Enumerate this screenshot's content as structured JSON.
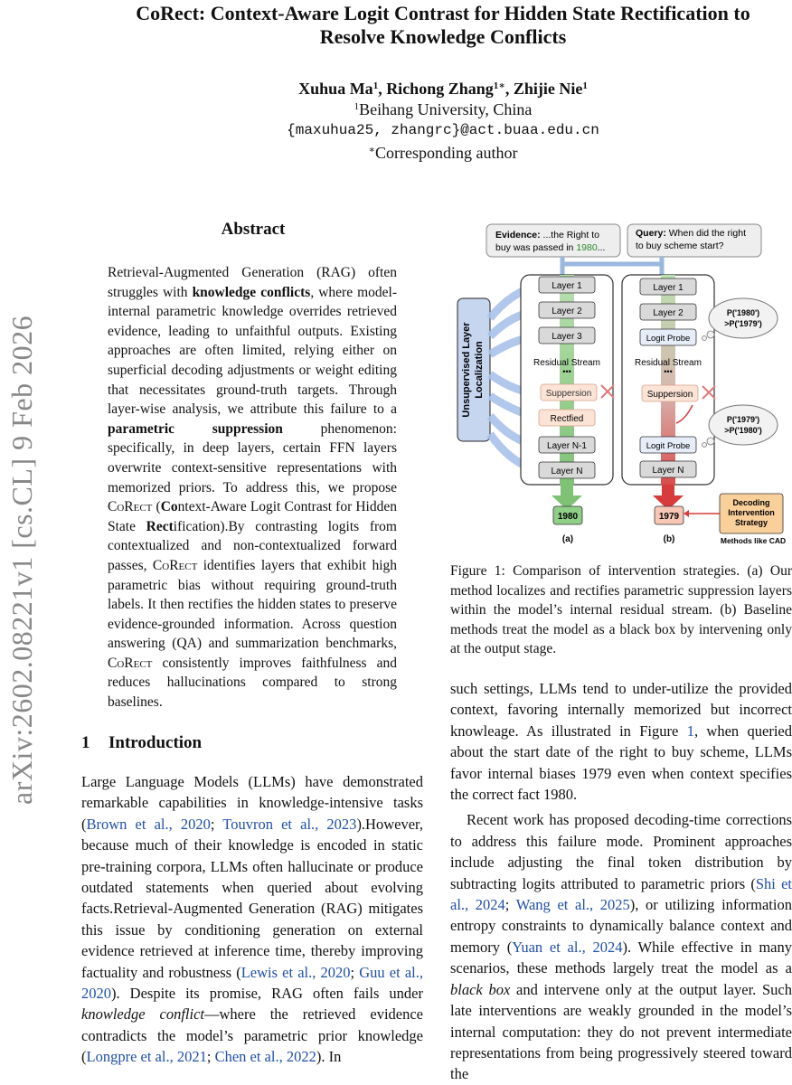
{
  "title_line1": "CoRect: Context-Aware Logit Contrast for Hidden State Rectification to",
  "title_line2": "Resolve Knowledge Conflicts",
  "authors": [
    {
      "name": "Xuhua Ma",
      "sup": "1"
    },
    {
      "name": "Richong Zhang",
      "sup": "1∗"
    },
    {
      "name": "Zhijie Nie",
      "sup": "1"
    }
  ],
  "affiliation": {
    "sup": "1",
    "text": "Beihang University, China"
  },
  "email": "{maxuhua25, zhangrc}@act.buaa.edu.cn",
  "corresponding": {
    "sup": "∗",
    "text": "Corresponding author"
  },
  "arxiv_id": "arXiv:2602.08221v1  [cs.CL]  9 Feb 2026",
  "abstract": {
    "heading": "Abstract",
    "p1": "Retrieval-Augmented Generation (RAG) often struggles with ",
    "b1": "knowledge conflicts",
    "p2": ", where model-internal parametric knowledge overrides retrieved evidence, leading to unfaithful outputs. Existing approaches are often limited, relying either on superficial decoding adjustments or weight editing that necessitates ground-truth targets. Through layer-wise analysis, we attribute this failure to a ",
    "b2": "parametric suppression",
    "p3": " phenomenon: specifically, in deep layers, certain FFN layers overwrite context-sensitive representations with memorized priors. To address this, we propose ",
    "sc1": "CoRect",
    "p4": " (",
    "b3": "Co",
    "p5": "ntext-Aware Logit Contrast for Hidden State ",
    "b4": "Rect",
    "p6": "ification).By contrasting logits from contextualized and non-contextualized forward passes, ",
    "sc2": "CoRect",
    "p7": " identifies layers that exhibit high parametric bias without requiring ground-truth labels. It then rectifies the hidden states to preserve evidence-grounded information. Across question answering (QA) and summarization benchmarks, ",
    "sc3": "CoRect",
    "p8": " consistently improves faithfulness and reduces hallucinations compared to strong baselines."
  },
  "section": {
    "number": "1",
    "title": "Introduction"
  },
  "intro": {
    "t1": "Large Language Models (LLMs) have demonstrated remarkable capabilities in knowledge-intensive tasks (",
    "c1": "Brown et al., 2020",
    "t2": "; ",
    "c2": "Touvron et al., 2023",
    "t3": ").However, because much of their knowledge is encoded in static pre-training corpora, LLMs often hallucinate or produce outdated statements when queried about evolving facts.Retrieval-Augmented Generation (RAG) mitigates this issue by conditioning generation on external evidence retrieved at inference time, thereby improving factuality and robustness (",
    "c3": "Lewis et al., 2020",
    "t4": "; ",
    "c4": "Guu et al., 2020",
    "t5": "). Despite its promise, RAG often fails under ",
    "i1": "knowledge conflict",
    "t6": "—where the retrieved evidence contradicts the model’s parametric prior knowledge (",
    "c5": "Longpre et al., 2021",
    "t7": "; ",
    "c6": "Chen et al., 2022",
    "t8": "). In"
  },
  "right_col": {
    "p1a": "such settings, LLMs tend to under-utilize the provided context, favoring internally memorized but incorrect knowleage. As illustrated in Figure ",
    "p1ref": "1",
    "p1b": ", when queried about the start date of the right to buy scheme, LLMs favor internal biases 1979 even when context specifies the correct fact 1980.",
    "p2a": "Recent work has proposed decoding-time corrections to address this failure mode. Prominent approaches include adjusting the final token distribution by subtracting logits attributed to parametric priors (",
    "c1": "Shi et al., 2024",
    "p2b": "; ",
    "c2": "Wang et al., 2025",
    "p2c": "), or utilizing information entropy constraints to dynamically balance context and memory (",
    "c3": "Yuan et al., 2024",
    "p2d": "). While effective in many scenarios, these methods largely treat the model as a ",
    "i1": "black box",
    "p2e": " and intervene only at the output layer. Such late interventions are weakly grounded in the model’s internal computation: they do not prevent intermediate representations from being progressively steered toward the"
  },
  "caption": "Figure 1: Comparison of intervention strategies. (a) Our method localizes and rectifies parametric suppression layers within the model’s internal residual stream. (b) Baseline methods treat the model as a black box by intervening only at the output stage.",
  "figure": {
    "evidence_label": "Evidence:",
    "evidence_text1": "...the Right to",
    "evidence_text2a": "buy was passed in ",
    "evidence_year": "1980",
    "evidence_text2b": "...",
    "query_label": "Query:",
    "query_text1": "When did the right",
    "query_text2": "to buy scheme start?",
    "side_label_1": "Unsupervised Layer",
    "side_label_2": "Localization",
    "a_layers": [
      "Layer 1",
      "Layer 2",
      "Layer 3"
    ],
    "b_layers": [
      "Layer 1",
      "Layer 2",
      "Logit  Probe"
    ],
    "residual": "Residual Stream",
    "dots": "•••",
    "suppersion": "Suppersion",
    "rectified": "Rectfied",
    "a_layer_n1": "Layer N-1",
    "b_logit_probe": "Logit Probe",
    "layer_n": "Layer N",
    "a_output": "1980",
    "b_output": "1979",
    "label_a": "(a)",
    "label_b": "(b)",
    "bubble1_l1": "P('1980')",
    "bubble1_l2": ">P('1979')",
    "bubble2_l1": "P('1979')",
    "bubble2_l2": ">P('1980')",
    "strategy_l1": "Decoding",
    "strategy_l2": "Intervention",
    "strategy_l3": "Strategy",
    "methods_like": "Methods like CAD",
    "colors": {
      "green": "#8fc98a",
      "red": "#d83b3b",
      "blue": "#9fb7e3",
      "gray_box": "#d9d9d9",
      "orange": "#f6b26b"
    }
  }
}
